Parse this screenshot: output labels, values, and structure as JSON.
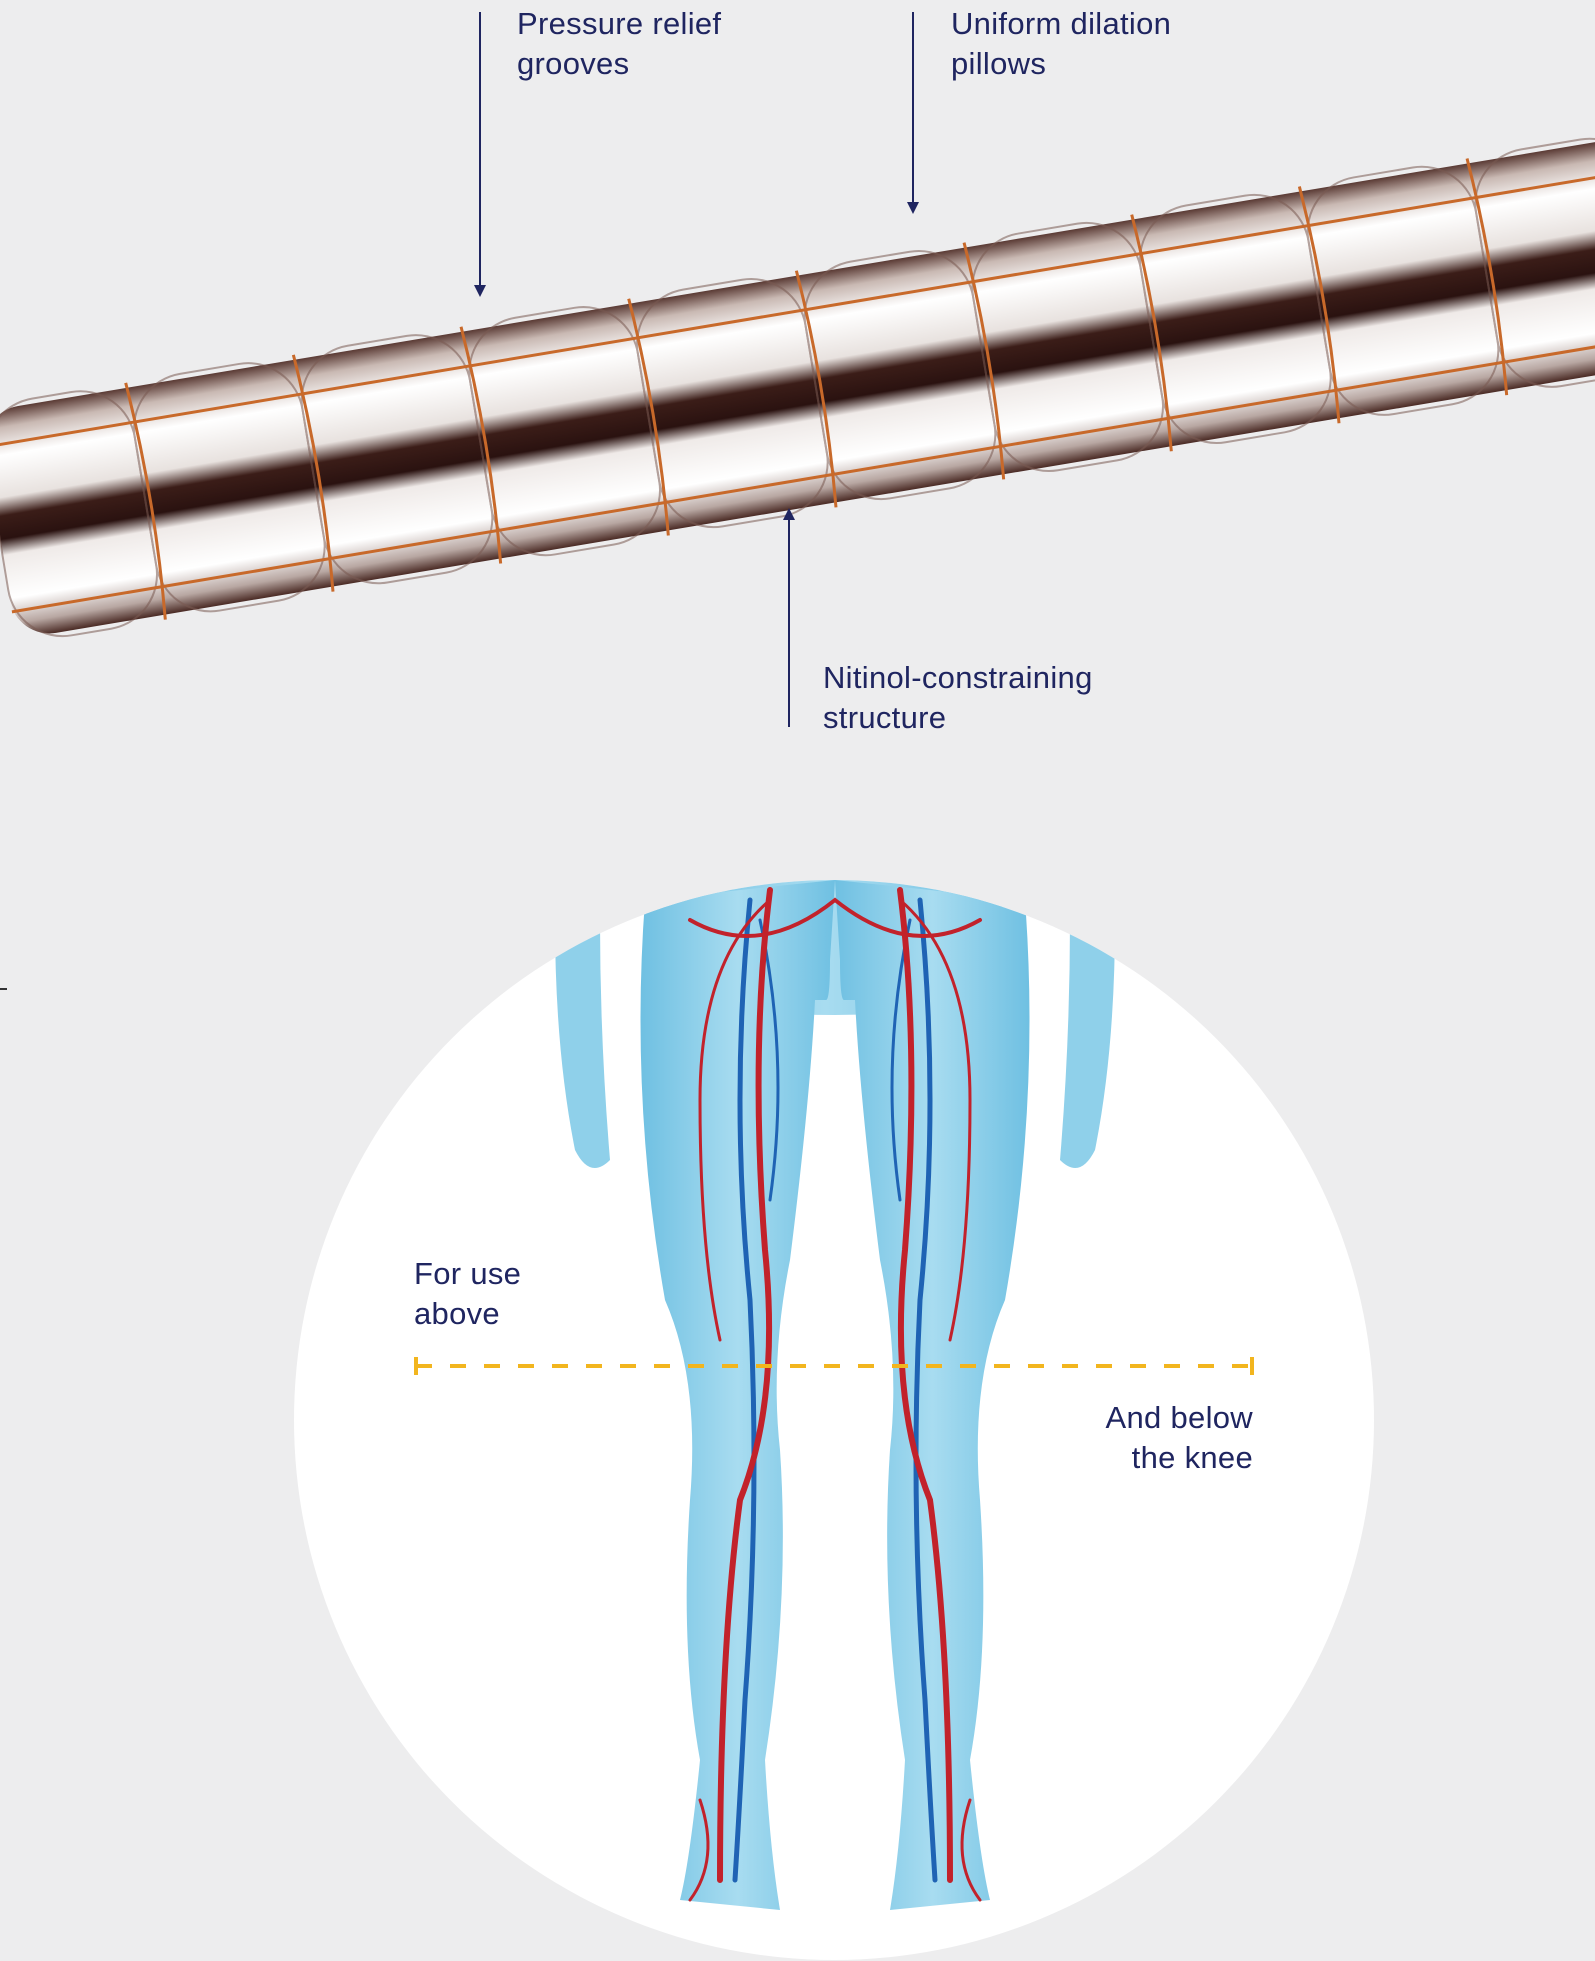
{
  "callouts": {
    "grooves": {
      "line1": "Pressure relief",
      "line2": "grooves"
    },
    "pillows": {
      "line1": "Uniform dilation",
      "line2": "pillows"
    },
    "nitinol": {
      "line1": "Nitinol-constraining",
      "line2": "structure"
    }
  },
  "knee_labels": {
    "above": {
      "line1": "For use",
      "line2": "above"
    },
    "below": {
      "line1": "And below",
      "line2": "the knee"
    }
  },
  "colors": {
    "background": "#ededee",
    "text": "#1f2560",
    "knee_line": "#f2b51e",
    "artery": "#c2222b",
    "vein": "#1f63b4",
    "skin": "#8fd0ea",
    "wire": "#c8692a"
  }
}
